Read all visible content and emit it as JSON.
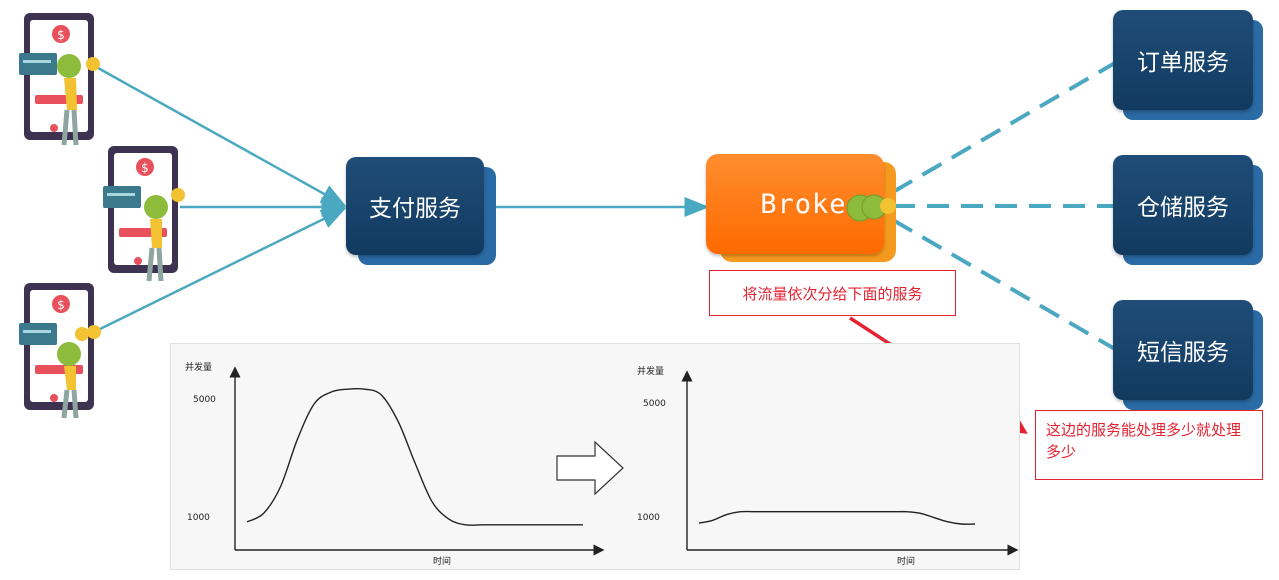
{
  "services": {
    "payment": "支付服务",
    "broker": "Broker",
    "order": "订单服务",
    "storage": "仓储服务",
    "sms": "短信服务"
  },
  "notes": {
    "broker_note": "将流量依次分给下面的服务",
    "downstream_note": "这边的服务能处理多少就处理多少"
  },
  "icons": [
    "phone-payment-user-icon",
    "coin-icon",
    "dollar-icon",
    "right-arrow-icon"
  ],
  "colors": {
    "service_box": "#1a4a73",
    "broker_box": "#ff7a10",
    "connector": "#4aa8c0",
    "note_red": "#e52230"
  },
  "chart_data": [
    {
      "type": "line",
      "ylabel": "并发量",
      "xlabel": "时间",
      "y_ticks": [
        "5000",
        "1000"
      ],
      "series": [
        {
          "x": [
            0,
            5,
            10,
            15,
            20,
            25,
            30,
            35,
            40,
            45,
            50,
            55,
            60,
            65,
            70,
            75,
            80,
            85,
            90,
            95,
            100
          ],
          "y": [
            800,
            1100,
            2000,
            3600,
            4800,
            5200,
            5300,
            5300,
            5100,
            4200,
            2800,
            1500,
            900,
            700,
            700,
            700,
            700,
            700,
            700,
            700,
            700
          ]
        }
      ]
    },
    {
      "type": "line",
      "ylabel": "并发量",
      "xlabel": "时间",
      "y_ticks": [
        "5000",
        "1000"
      ],
      "series": [
        {
          "x": [
            0,
            5,
            10,
            15,
            20,
            25,
            30,
            40,
            50,
            60,
            70,
            75,
            80,
            85,
            90,
            95,
            100
          ],
          "y": [
            750,
            850,
            1050,
            1150,
            1150,
            1150,
            1150,
            1150,
            1150,
            1150,
            1150,
            1150,
            1100,
            950,
            800,
            720,
            720
          ]
        }
      ]
    }
  ]
}
